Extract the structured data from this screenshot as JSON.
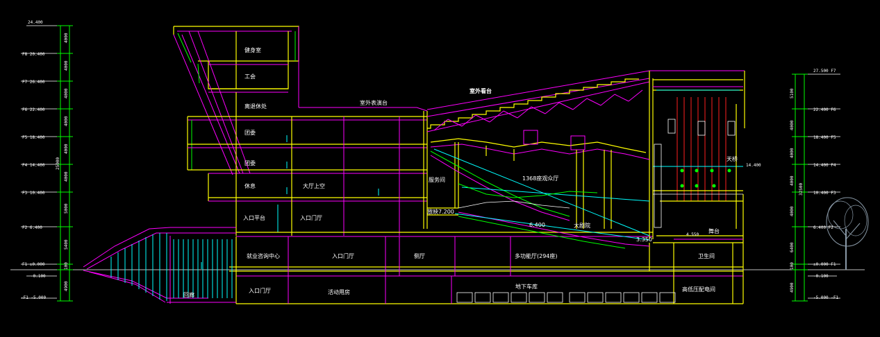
{
  "left_dims": {
    "levels": [
      "24.400",
      "F8 20.400",
      "F7 26.400",
      "F6 22.400",
      "F5 18.400",
      "F4 14.400",
      "F3 10.400",
      "F2 6.400",
      "F1 ±0.000",
      "-0.100",
      "-F1 -5.000"
    ],
    "segments": [
      "4000",
      "4000",
      "4000",
      "4000",
      "4000",
      "4000",
      "5000",
      "5400",
      "100",
      "4900"
    ],
    "total": "25000"
  },
  "right_dims": {
    "levels": [
      "27.500 F7",
      "22.400 F6",
      "18.400 F5",
      "14.400 F4",
      "10.400 F3",
      "6.400 F2",
      "±0.000 F1",
      "-0.100",
      "-5.000 -F1"
    ],
    "segments": [
      "5100",
      "4000",
      "4000",
      "4000",
      "4000",
      "6400",
      "100",
      "4900"
    ],
    "total": "32500"
  },
  "rooms": {
    "gym": "健身室",
    "union": "工会",
    "retired": "离退休处",
    "youth1": "团委",
    "youth2": "团委",
    "rest": "休息",
    "hall_void": "大厅上空",
    "entrance_platform": "入口平台",
    "entrance_hall_upper": "入口门厅",
    "employment_center": "就业咨询中心",
    "entrance_hall_mid": "入口门厅",
    "side_hall": "侧厅",
    "multi_hall": "多功能厅(294座)",
    "entrance_hall_basement": "入口门厅",
    "activity_room": "活动用房",
    "garage": "地下车库",
    "hv_room": "高低压配电间",
    "toilet": "卫生间",
    "corridor": "回廊",
    "service": "服务间",
    "auditorium": "1368座观众厅",
    "theater": "大剧院",
    "stage": "舞台",
    "flytower": "天桥"
  },
  "labels": {
    "outdoor_stage_top": "室外看台",
    "outdoor_stage": "室外表演台",
    "projection": "放映7.200",
    "level_6400": "6.400",
    "level_3350": "3.350",
    "level_4550": "4.550",
    "level_14400": "14.400"
  },
  "colors": {
    "structure": "#ffff00",
    "partition": "#ff00ff",
    "green": "#00ff00",
    "cyan": "#00ffff",
    "red": "#ff2020",
    "tree": "#8a9aa8"
  }
}
